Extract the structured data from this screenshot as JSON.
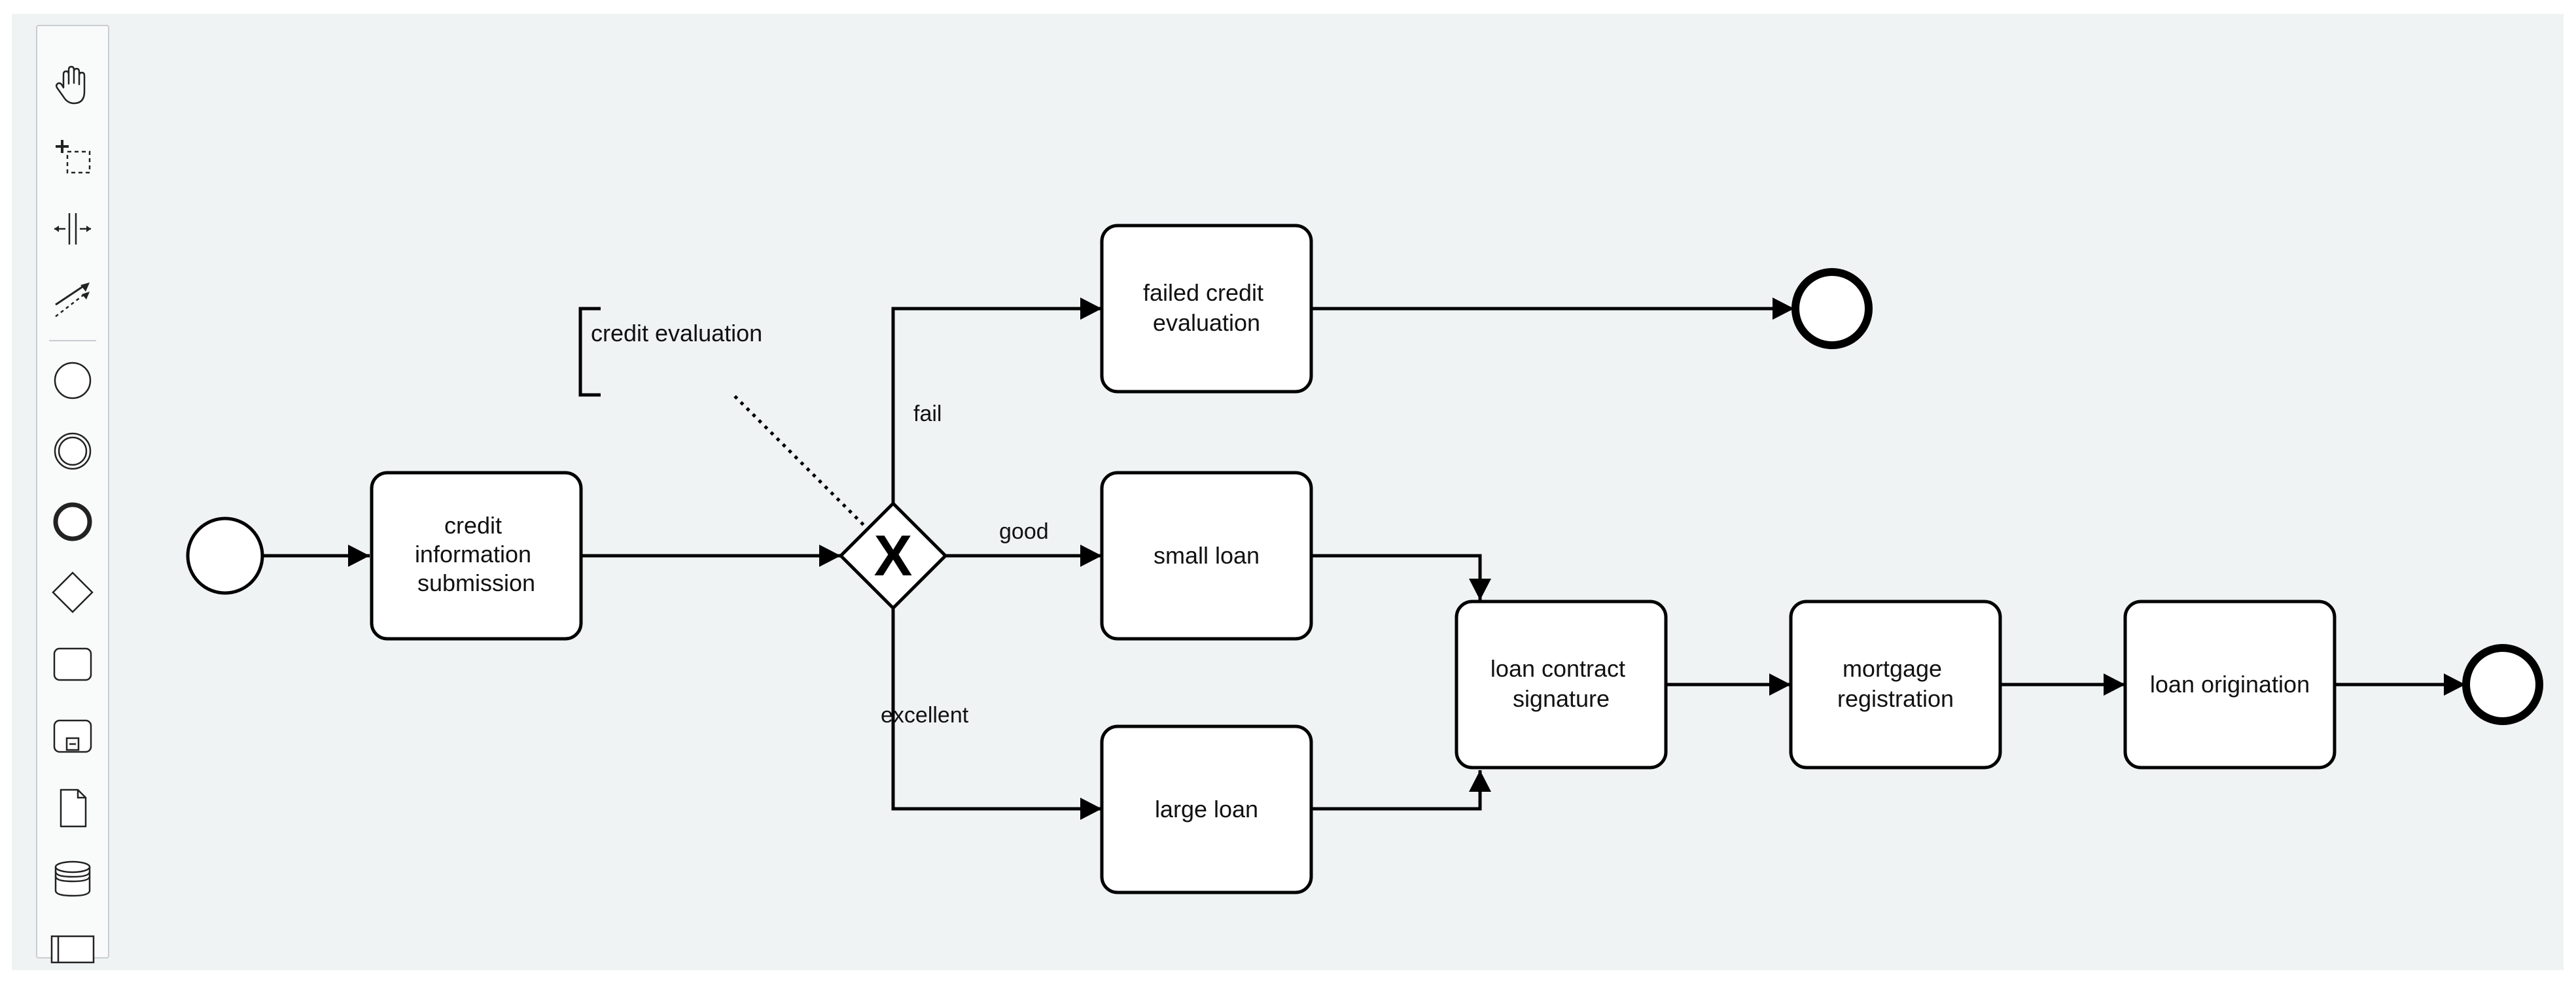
{
  "palette": {
    "tools": [
      {
        "id": "hand-tool",
        "icon": "hand-icon"
      },
      {
        "id": "lasso-tool",
        "icon": "lasso-icon"
      },
      {
        "id": "space-tool",
        "icon": "space-icon"
      },
      {
        "id": "connect-tool",
        "icon": "connect-icon"
      },
      {
        "id": "create-start-event",
        "icon": "start-event-icon"
      },
      {
        "id": "create-intermediate-event",
        "icon": "intermediate-event-icon"
      },
      {
        "id": "create-end-event",
        "icon": "end-event-icon"
      },
      {
        "id": "create-gateway",
        "icon": "gateway-icon"
      },
      {
        "id": "create-task",
        "icon": "task-icon"
      },
      {
        "id": "create-subprocess",
        "icon": "subprocess-icon"
      },
      {
        "id": "create-data-object",
        "icon": "data-object-icon"
      },
      {
        "id": "create-data-store",
        "icon": "data-store-icon"
      },
      {
        "id": "create-pool",
        "icon": "pool-icon"
      }
    ]
  },
  "diagram": {
    "annotation": {
      "text": "credit evaluation"
    },
    "tasks": {
      "credit_information_submission": [
        "credit",
        "information",
        "submission"
      ],
      "failed_credit_evaluation": [
        "failed credit",
        "evaluation"
      ],
      "small_loan": [
        "small loan"
      ],
      "large_loan": [
        "large loan"
      ],
      "loan_contract_signature": [
        "loan contract",
        "signature"
      ],
      "mortgage_registration": [
        "mortgage",
        "registration"
      ],
      "loan_origination": [
        "loan origination"
      ]
    },
    "gateway": {
      "marker": "X"
    },
    "flow_labels": {
      "fail": "fail",
      "good": "good",
      "excellent": "excellent"
    }
  }
}
